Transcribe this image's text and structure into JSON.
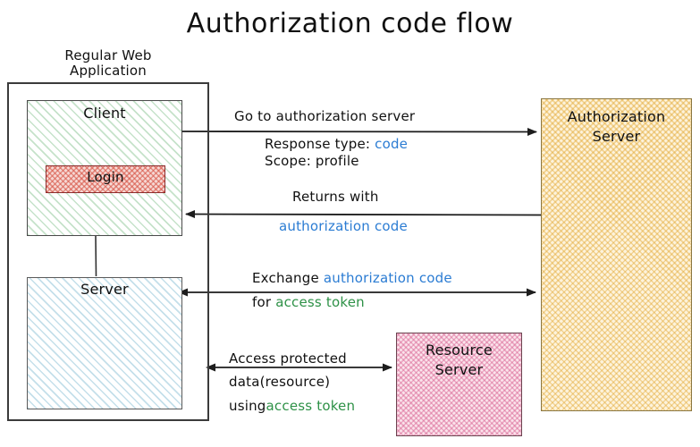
{
  "title": "Authorization code flow",
  "nodes": {
    "outer": {
      "label": "Regular Web\nApplication",
      "name": "regular-web-application"
    },
    "client": {
      "label": "Client",
      "fill": "#e8f6ea",
      "accent": "#40a050"
    },
    "login": {
      "label": "Login",
      "fill": "#f6d8d4",
      "accent": "#d64e3e"
    },
    "server": {
      "label": "Server",
      "fill": "#e4f3f9",
      "accent": "#3c96b9"
    },
    "auth_server": {
      "label": "Authorization\nServer",
      "fill": "#fdf3dc",
      "accent": "#e2a62e"
    },
    "resource_server": {
      "label": "Resource\nServer",
      "fill": "#fbe4ec",
      "accent": "#d65a8c"
    }
  },
  "edges": {
    "e1": {
      "line1": "Go to authorization server",
      "sub_a_plain": "Response type: ",
      "sub_a_token": "code",
      "sub_b": "Scope: profile",
      "direction": "client-to-auth"
    },
    "e2": {
      "line1": "Returns with",
      "line2_token": "authorization code",
      "direction": "auth-to-client"
    },
    "e3": {
      "line1_plain": "Exchange ",
      "line1_token": "authorization code",
      "line2_plain": "for ",
      "line2_token": "access token",
      "direction": "bidirectional"
    },
    "e4": {
      "line1": "Access protected",
      "line2": "data(resource)",
      "line3_plain": "using",
      "line3_token": "access token",
      "direction": "bidirectional"
    }
  },
  "colors": {
    "token_blue": "#2b7cd3",
    "token_green": "#2e9147",
    "stroke": "#222222",
    "background": "#ffffff"
  }
}
